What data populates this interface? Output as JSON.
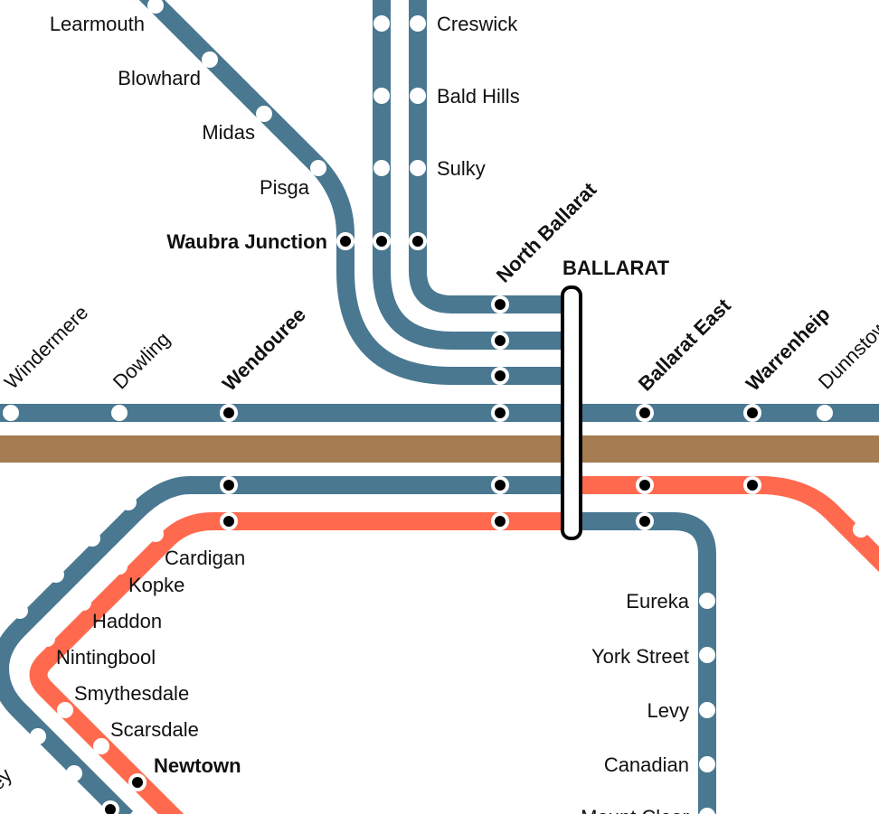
{
  "colors": {
    "blue_line": "#4a7891",
    "orange_line": "#ff6a4f",
    "freight_band": "#a67c52",
    "terminal": "#000000"
  },
  "hub": {
    "name": "BALLARAT"
  },
  "stations": {
    "learmouth": "Learmouth",
    "blowhard": "Blowhard",
    "midas": "Midas",
    "pisga": "Pisga",
    "waubra_junction": "Waubra Junction",
    "creswick": "Creswick",
    "bald_hills": "Bald Hills",
    "sulky": "Sulky",
    "north_ballarat": "North Ballarat",
    "windermere": "Windermere",
    "dowling": "Dowling",
    "wendouree": "Wendouree",
    "ballarat_east": "Ballarat East",
    "warrenheip": "Warrenheip",
    "dunnstown": "Dunnstown",
    "cardigan": "Cardigan",
    "kopke": "Kopke",
    "haddon": "Haddon",
    "nintingbool": "Nintingbool",
    "smythesdale": "Smythesdale",
    "scarsdale": "Scarsdale",
    "newtown": "Newtown",
    "partial_sw": "ey",
    "eureka": "Eureka",
    "york_street": "York Street",
    "levy": "Levy",
    "canadian": "Canadian",
    "mount_clear": "Mount Clear"
  }
}
